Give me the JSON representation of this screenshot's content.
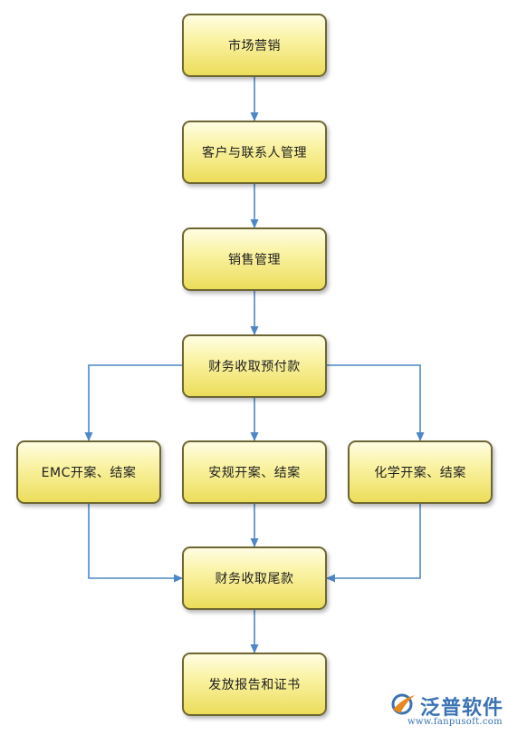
{
  "flowchart": {
    "nodes": {
      "market": "市场营销",
      "customer": "客户与联系人管理",
      "sales": "销售管理",
      "advance_payment": "财务收取预付款",
      "emc": "EMC开案、结案",
      "safety": "安规开案、结案",
      "chemistry": "化学开案、结案",
      "final_payment": "财务收取尾款",
      "report": "发放报告和证书"
    },
    "edges": [
      {
        "from": "market",
        "to": "customer"
      },
      {
        "from": "customer",
        "to": "sales"
      },
      {
        "from": "sales",
        "to": "advance_payment"
      },
      {
        "from": "advance_payment",
        "to": "emc"
      },
      {
        "from": "advance_payment",
        "to": "safety"
      },
      {
        "from": "advance_payment",
        "to": "chemistry"
      },
      {
        "from": "emc",
        "to": "final_payment"
      },
      {
        "from": "safety",
        "to": "final_payment"
      },
      {
        "from": "chemistry",
        "to": "final_payment"
      },
      {
        "from": "final_payment",
        "to": "report"
      }
    ],
    "colors": {
      "node_fill": "#f7ee8a",
      "node_border": "#6e6632",
      "arrow": "#4d87c7"
    }
  },
  "watermark": {
    "name": "泛普软件",
    "url": "www.fanpusoft.com"
  }
}
